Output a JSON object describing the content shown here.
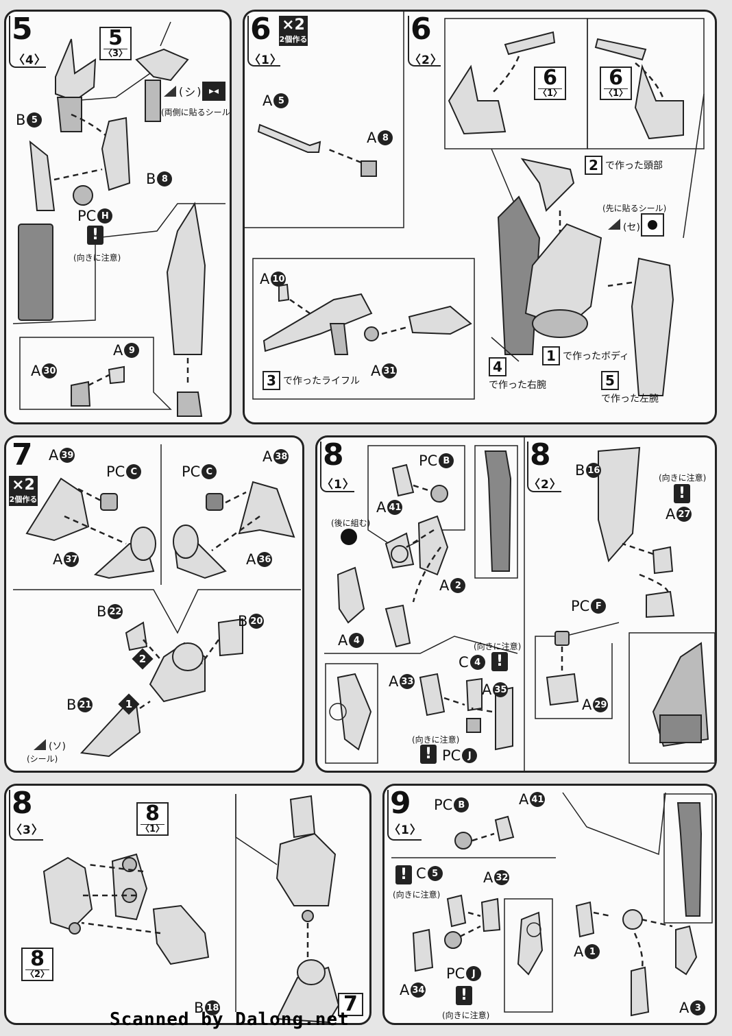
{
  "step5": {
    "no": "5",
    "sub": "〈4〉",
    "ref_no": "5",
    "ref_sub": "〈3〉",
    "labels": [
      "B",
      "A",
      "A",
      "B",
      "PC"
    ],
    "nums": {
      "b5": "5",
      "b8": "8",
      "pch": "H",
      "a9": "9",
      "a30": "30"
    },
    "sticker_code": "シ",
    "sticker_note": "(両側に貼るシール)",
    "caution": "(向きに注意)",
    "warn": "!"
  },
  "step6_1": {
    "no": "6",
    "sub": "〈1〉",
    "times": "×2",
    "times_note": "2個作る",
    "a5": "5",
    "a8": "8",
    "a10": "10",
    "a31": "31",
    "made_rifle_no": "3",
    "made_rifle": "で作ったライフル"
  },
  "step6_2": {
    "no": "6",
    "sub": "〈2〉",
    "ref_no": "6",
    "ref_sub": "〈1〉",
    "made_head_no": "2",
    "made_head": "で作った頭部",
    "sticker_first": "(先に貼るシール)",
    "sticker_code": "セ",
    "made_body_no": "1",
    "made_body": "で作ったボディ",
    "made_right_no": "4",
    "made_right": "で作った右腕",
    "made_left_no": "5",
    "made_left": "で作った左腕"
  },
  "step7": {
    "no": "7",
    "times": "×2",
    "times_note": "2個作る",
    "a39": "39",
    "a38": "38",
    "a37": "37",
    "a36": "36",
    "pcc": "C",
    "b22": "22",
    "b20": "20",
    "b21": "21",
    "order1": "1",
    "order2": "2",
    "sticker_code": "ソ",
    "sticker_note": "(シール)"
  },
  "step8_1": {
    "no": "8",
    "sub": "〈1〉",
    "pcb": "B",
    "a41": "41",
    "a2": "2",
    "a4": "4",
    "later": "(後に組む)",
    "c4": "4",
    "a33": "33",
    "a35": "35",
    "pcj": "J",
    "caution": "(向きに注意)",
    "warn": "!"
  },
  "step8_2": {
    "no": "8",
    "sub": "〈2〉",
    "b16": "16",
    "a27": "27",
    "pcf": "F",
    "a29": "29",
    "caution": "(向きに注意)",
    "warn": "!"
  },
  "step8_3": {
    "no": "8",
    "sub": "〈3〉",
    "ref1_no": "8",
    "ref1_sub": "〈1〉",
    "ref2_no": "8",
    "ref2_sub": "〈2〉",
    "b18": "18",
    "ref7": "7"
  },
  "step9_1": {
    "no": "9",
    "sub": "〈1〉",
    "pcb": "B",
    "a41": "41",
    "c5": "5",
    "a32": "32",
    "a34": "34",
    "pcj": "J",
    "a1": "1",
    "a3": "3",
    "caution": "(向きに注意)",
    "warn": "!"
  },
  "letters": {
    "A": "A",
    "B": "B",
    "C": "C",
    "PC": "PC"
  },
  "footer": "Scanned by Dalong.net"
}
